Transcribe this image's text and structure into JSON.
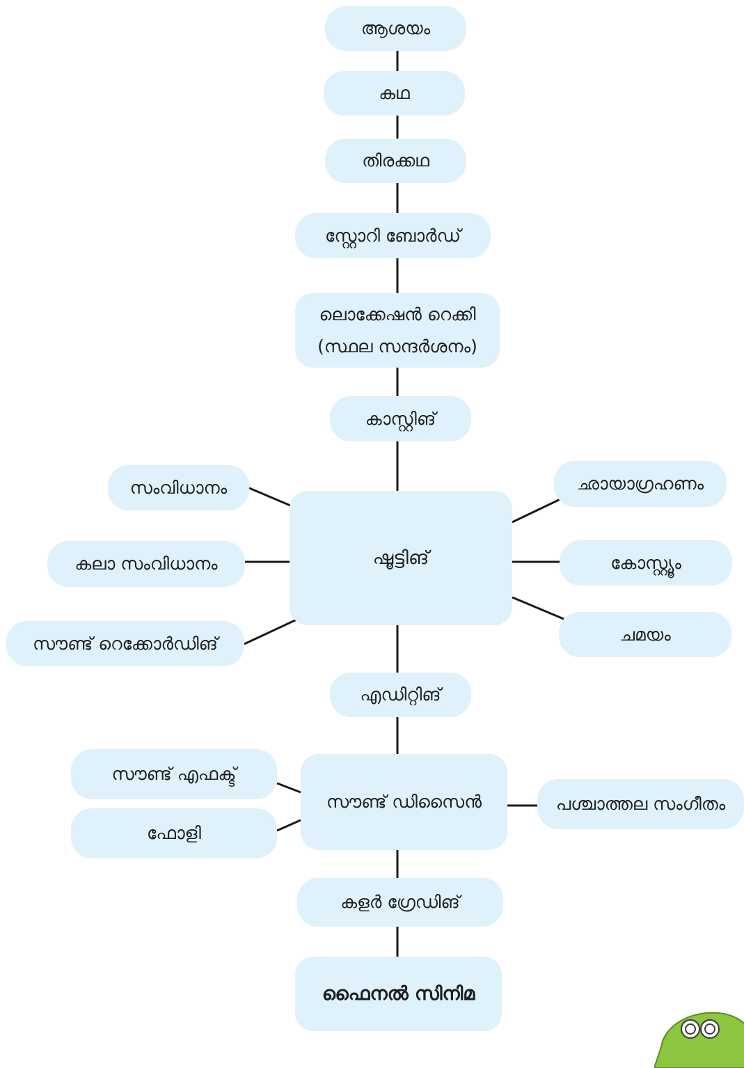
{
  "diagram": {
    "main_flow": {
      "theme": "ആശയം",
      "story": "കഥ",
      "screenplay": "തിരക്കഥ",
      "storyboard": "സ്റ്റോറി ബോർഡ്",
      "location_recce_line1": "ലൊക്കേഷൻ റെക്കി",
      "location_recce_line2": "(സ്ഥല സന്ദർശനം)",
      "casting": "കാസ്റ്റിങ്",
      "shooting": "ഷൂട്ടിങ്",
      "editing": "എഡിറ്റിങ്",
      "sound_design": "സൗണ്ട് ഡിസൈൻ",
      "color_grading": "കളർ ഗ്രേഡിങ്",
      "final_cinema": "ഫൈനൽ സിനിമ"
    },
    "shooting_left": {
      "direction": "സംവിധാനം",
      "art_direction": "കലാ സംവിധാനം",
      "sound_recording": "സൗണ്ട് റെക്കോർഡിങ്"
    },
    "shooting_right": {
      "cinematography": "ഛായാഗ്രഹണം",
      "costume": "കോസ്റ്റ്യൂം",
      "makeup": "ചമയം"
    },
    "sound_design_left": {
      "sound_effects": "സൗണ്ട് എഫക്ട്",
      "foley": "ഫോളി"
    },
    "sound_design_right": {
      "background_music": "പശ്ചാത്തല സംഗീതം"
    },
    "colors": {
      "node_fill": "#dff1fa",
      "connector": "#1a1a1a",
      "text": "#1f1f1f",
      "decoration": "#8cc63f"
    }
  }
}
